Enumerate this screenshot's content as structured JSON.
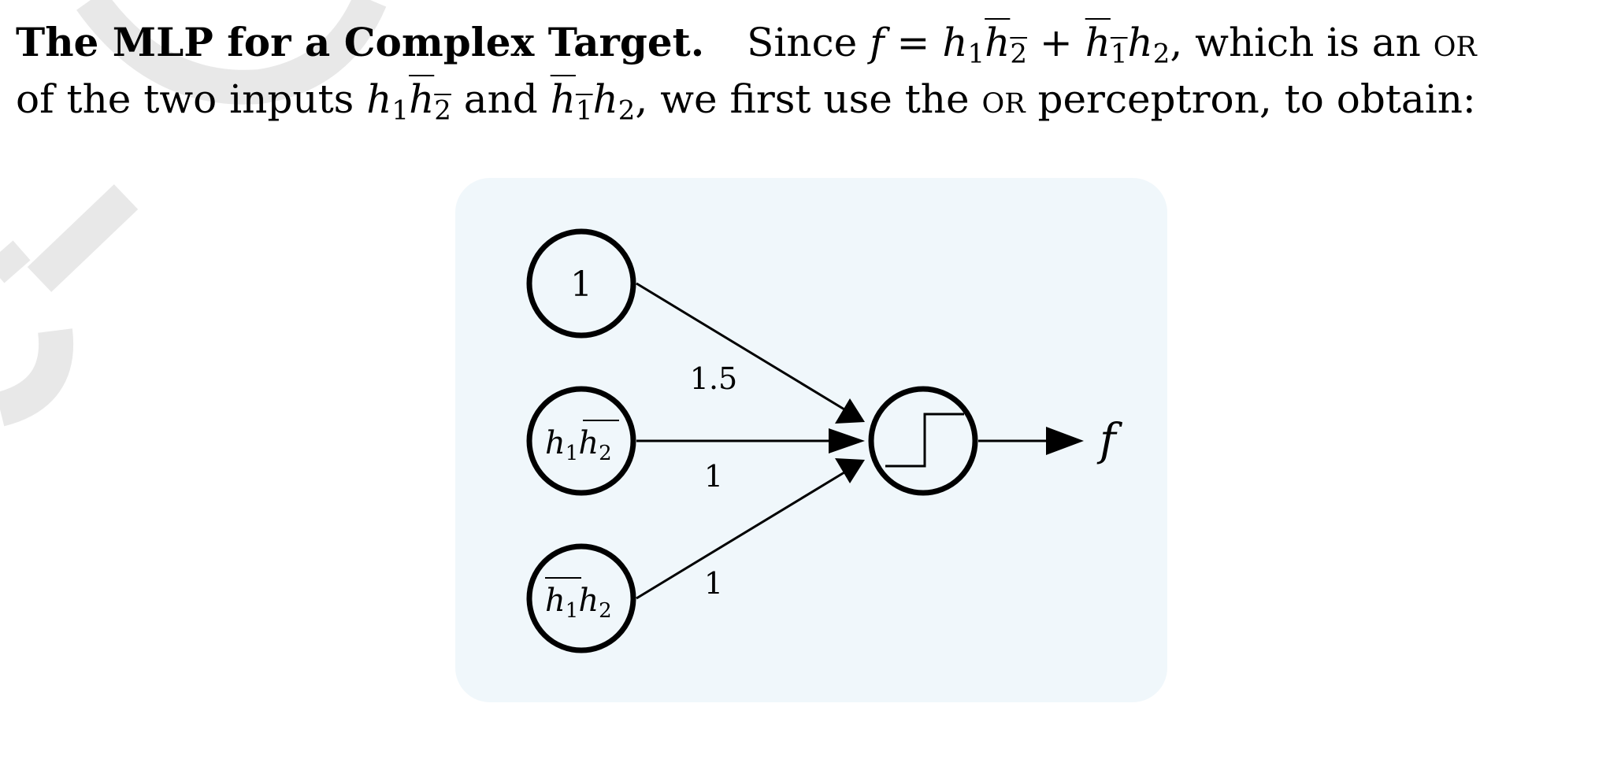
{
  "paragraph": {
    "heading": "The MLP for a Complex Target.",
    "line1": {
      "t1": "Since ",
      "f": "f",
      "eq": " = ",
      "h": "h",
      "s1": "1",
      "s2": "2",
      "plus": " + ",
      "t2": ", which is an ",
      "or": "or"
    },
    "line2": {
      "t1": "of the two inputs ",
      "h": "h",
      "s1": "1",
      "s2": "2",
      "and": " and ",
      "t2": ", we first use the ",
      "or": "or",
      "t3": " perceptron, to obtain:"
    }
  },
  "diagram": {
    "bias_node": "1",
    "input_nodes": [
      {
        "h": "h",
        "sub_a": "1",
        "sub_b": "2"
      },
      {
        "h": "h",
        "sub_a": "1",
        "sub_b": "2"
      }
    ],
    "weights": [
      "1.5",
      "1",
      "1"
    ],
    "output_label": "f",
    "activation": "step-function-icon"
  },
  "colors": {
    "figure_background": "#f0f7fb",
    "watermark": "#e6e6e6"
  }
}
